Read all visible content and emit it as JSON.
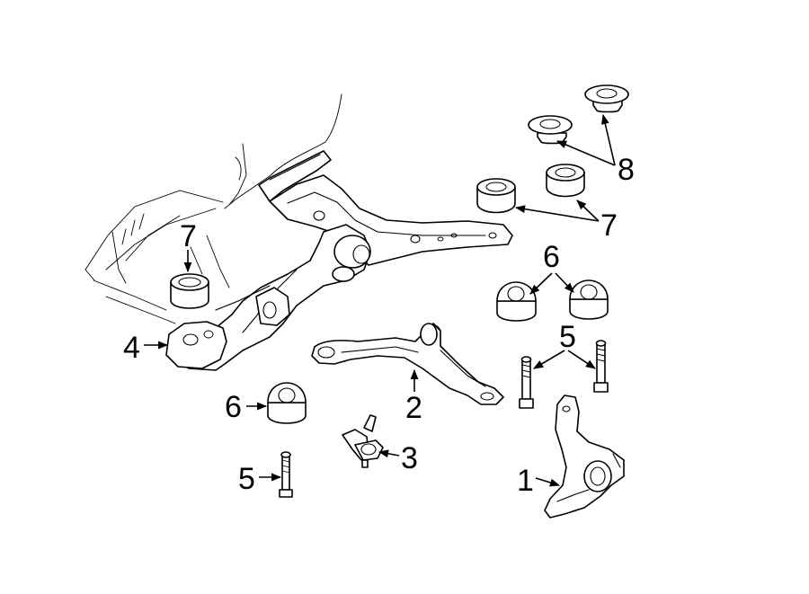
{
  "callouts": {
    "c1": "1",
    "c2": "2",
    "c3": "3",
    "c4": "4",
    "c5_left": "5",
    "c5_right": "5",
    "c6_left": "6",
    "c6_right": "6",
    "c7_left": "7",
    "c7_right": "7",
    "c8": "8"
  }
}
